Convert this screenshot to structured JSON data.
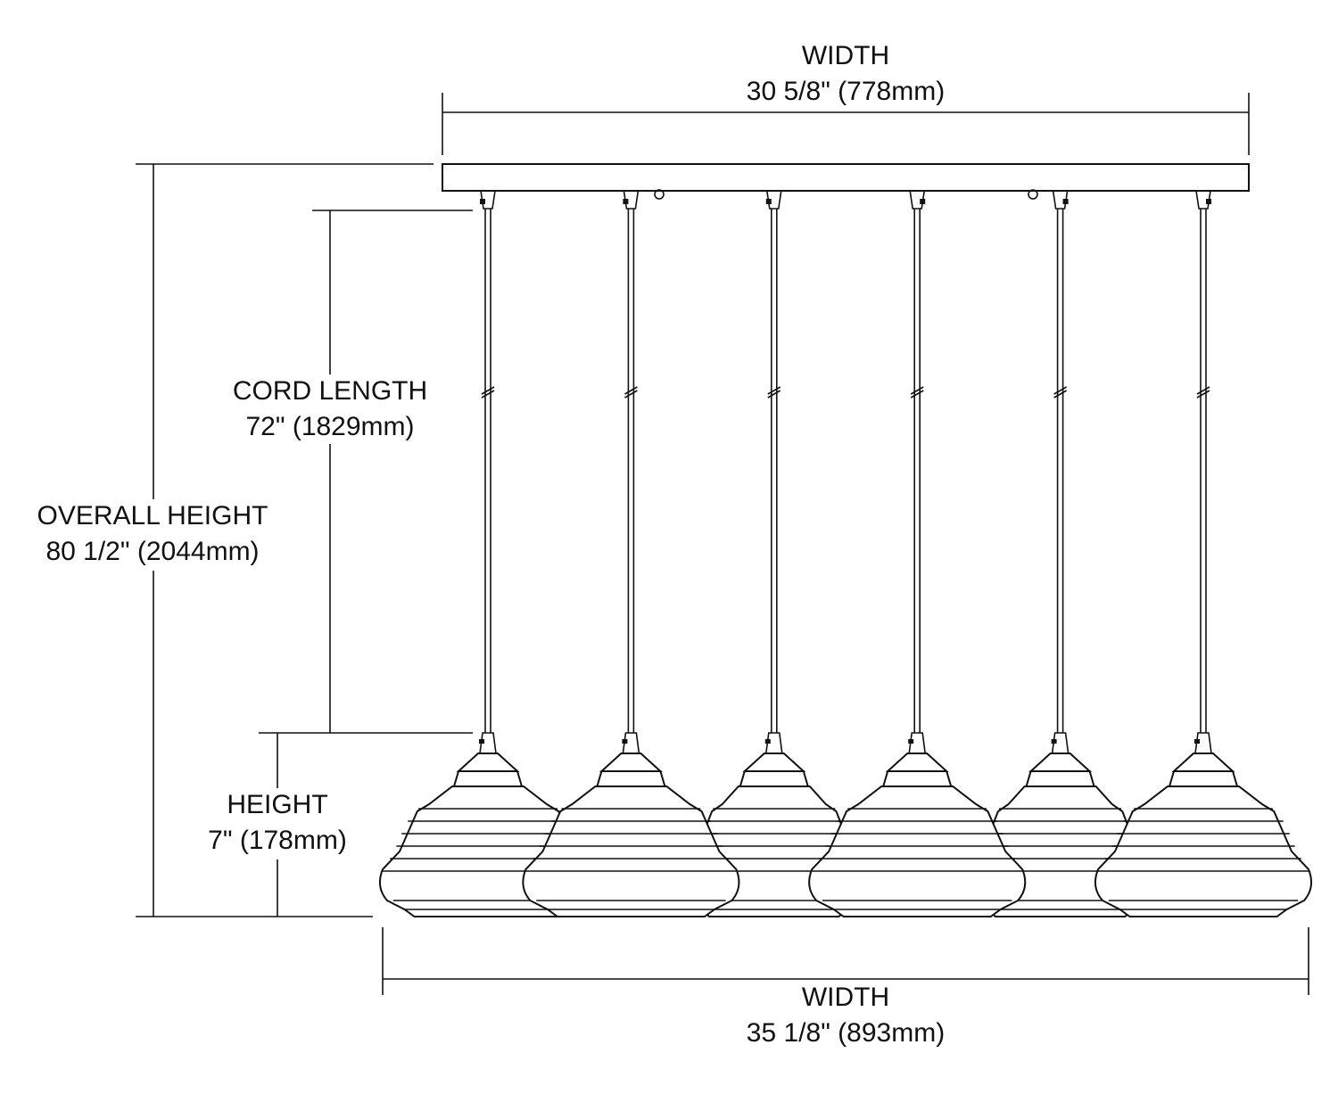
{
  "diagram": {
    "subject": "6-light linear pendant fixture dimension drawing",
    "line_color": "#111111",
    "background": "#ffffff",
    "pendant_count": 6,
    "canopy_hooks": 2,
    "dimensions": {
      "top_width": {
        "label": "WIDTH",
        "value": "30 5/8\" (778mm)"
      },
      "cord_length": {
        "label": "CORD LENGTH",
        "value": "72\" (1829mm)"
      },
      "overall_height": {
        "label": "OVERALL HEIGHT",
        "value": "80 1/2\" (2044mm)"
      },
      "shade_height": {
        "label": "HEIGHT",
        "value": "7\" (178mm)"
      },
      "bottom_width": {
        "label": "WIDTH",
        "value": "35 1/8\" (893mm)"
      }
    }
  }
}
